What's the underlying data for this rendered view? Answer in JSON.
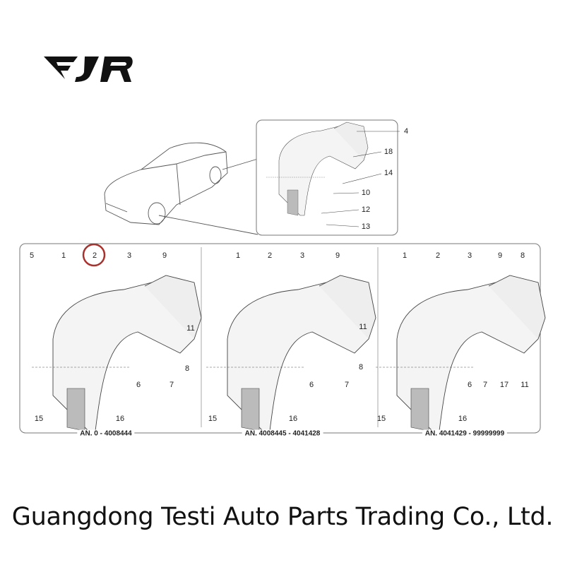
{
  "logo": {
    "text": "EJR"
  },
  "inset": {
    "callouts": [
      "4",
      "18",
      "14",
      "10",
      "12",
      "13"
    ]
  },
  "panels": [
    {
      "range": "AN. 0 - 4008444",
      "callouts": [
        "5",
        "1",
        "2",
        "3",
        "9",
        "11",
        "8",
        "6",
        "7",
        "15",
        "16"
      ],
      "highlighted": "2",
      "highlight_color": "#a8322d"
    },
    {
      "range": "AN. 4008445 - 4041428",
      "callouts": [
        "1",
        "2",
        "3",
        "9",
        "11",
        "8",
        "6",
        "7",
        "15",
        "16"
      ]
    },
    {
      "range": "AN. 4041429 - 99999999",
      "callouts": [
        "1",
        "2",
        "3",
        "9",
        "8",
        "6",
        "7",
        "17",
        "11",
        "15",
        "16"
      ]
    }
  ],
  "company": "Guangdong Testi Auto Parts Trading Co., Ltd."
}
